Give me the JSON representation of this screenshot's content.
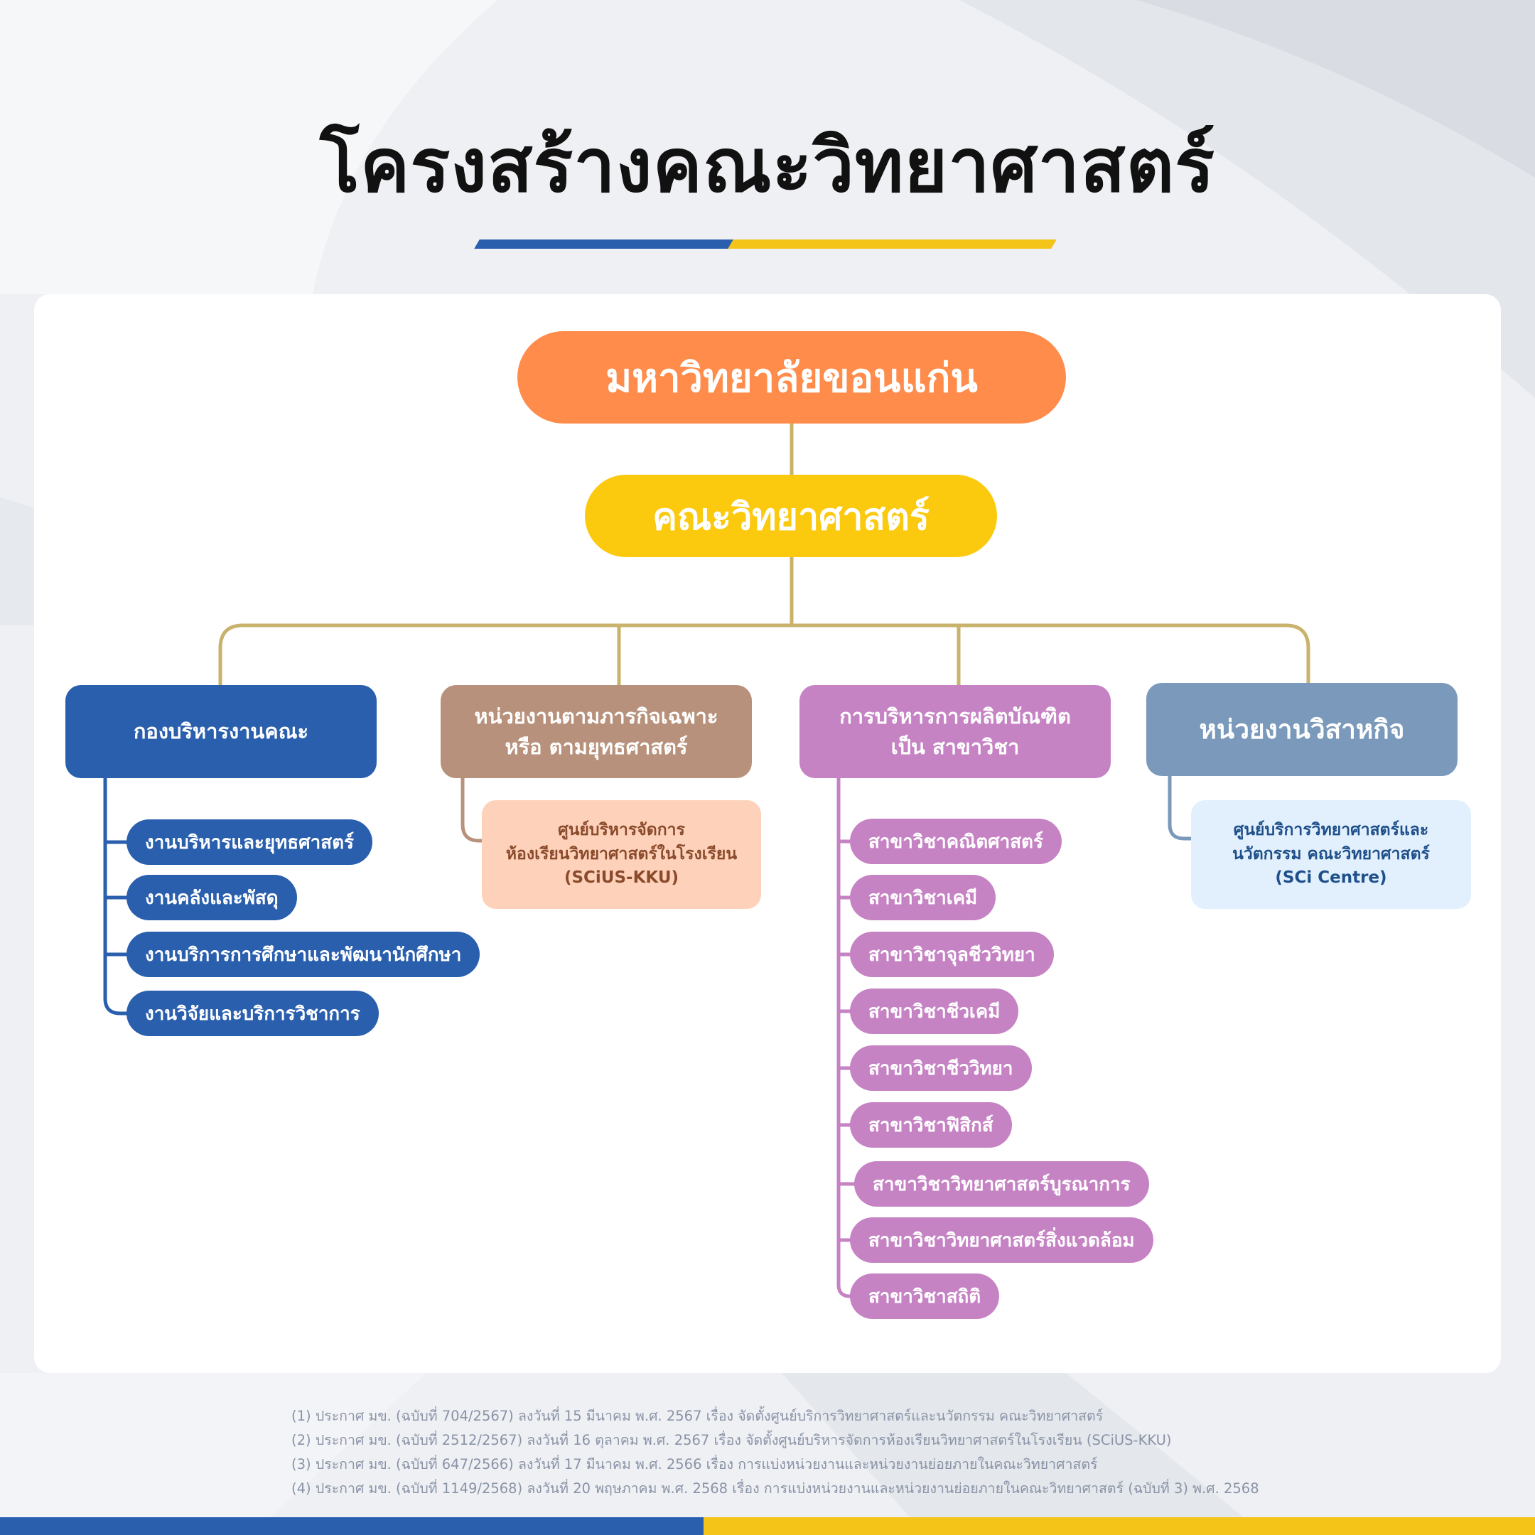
{
  "title": "โครงสร้างคณะวิทยาศาสตร์",
  "colors": {
    "brand_blue": "#2a5fae",
    "brand_yellow": "#f4c418",
    "root_orange": "#ff8c4a",
    "faculty_yellow": "#fbc90e",
    "mission_brown": "#b7917b",
    "academic_purple": "#c683c4",
    "enterprise_slate": "#7b9abb",
    "connector_gold": "#c9b26b"
  },
  "org": {
    "root": "มหาวิทยาลัยขอนแก่น",
    "faculty": "คณะวิทยาศาสตร์",
    "branches": [
      {
        "title": "กองบริหารงานคณะ",
        "children": [
          "งานบริหารและยุทธศาสตร์",
          "งานคลังและพัสดุ",
          "งานบริการการศึกษาและพัฒนานักศึกษา",
          "งานวิจัยและบริการวิชาการ"
        ]
      },
      {
        "title_line1": "หน่วยงานตามภารกิจเฉพาะ",
        "title_line2": "หรือ ตามยุทธศาสตร์",
        "child_line1": "ศูนย์บริหารจัดการ",
        "child_line2": "ห้องเรียนวิทยาศาสตร์ในโรงเรียน",
        "child_line3": "(SCiUS-KKU)"
      },
      {
        "title_line1": "การบริหารการผลิตบัณฑิต",
        "title_line2": "เป็น สาขาวิชา",
        "children": [
          "สาขาวิชาคณิตศาสตร์",
          "สาขาวิชาเคมี",
          "สาขาวิชาจุลชีววิทยา",
          "สาขาวิชาชีวเคมี",
          "สาขาวิชาชีววิทยา",
          "สาขาวิชาฟิสิกส์",
          "สาขาวิชาวิทยาศาสตร์บูรณาการ",
          "สาขาวิชาวิทยาศาสตร์สิ่งแวดล้อม",
          "สาขาวิชาสถิติ"
        ]
      },
      {
        "title": "หน่วยงานวิสาหกิจ",
        "child_line1": "ศูนย์บริการวิทยาศาสตร์และ",
        "child_line2": "นวัตกรรม คณะวิทยาศาสตร์",
        "child_line3": "(SCi Centre)"
      }
    ]
  },
  "footnotes": [
    "(1)  ประกาศ มข. (ฉบับที่ 704/2567) ลงวันที่ 15 มีนาคม พ.ศ. 2567 เรื่อง จัดตั้งศูนย์บริการวิทยาศาสตร์และนวัตกรรม คณะวิทยาศาสตร์",
    "(2)  ประกาศ มข. (ฉบับที่ 2512/2567) ลงวันที่ 16 ตุลาคม พ.ศ. 2567 เรื่อง จัดตั้งศูนย์บริหารจัดการห้องเรียนวิทยาศาสตร์ในโรงเรียน (SCiUS-KKU)",
    "(3)  ประกาศ มข. (ฉบับที่ 647/2566) ลงวันที่ 17 มีนาคม พ.ศ. 2566 เรื่อง การแบ่งหน่วยงานและหน่วยงานย่อยภายในคณะวิทยาศาสตร์",
    "(4)  ประกาศ มข. (ฉบับที่ 1149/2568) ลงวันที่ 20 พฤษภาคม พ.ศ. 2568 เรื่อง การแบ่งหน่วยงานและหน่วยงานย่อยภายในคณะวิทยาศาสตร์ (ฉบับที่ 3) พ.ศ. 2568"
  ]
}
